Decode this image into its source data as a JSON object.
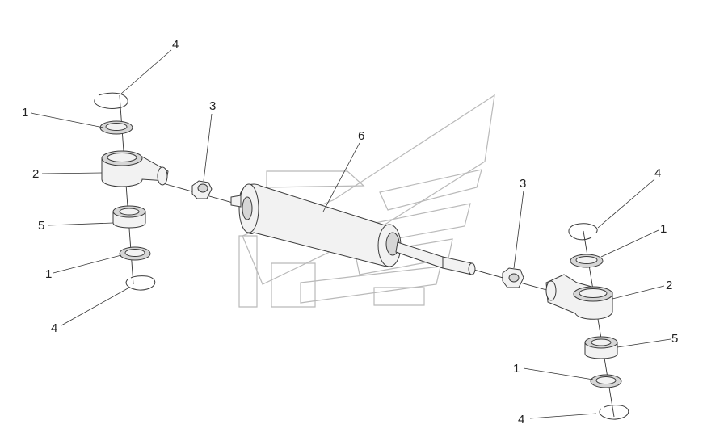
{
  "callouts": {
    "c1_top_left": "1",
    "c2_left": "2",
    "c4_top_left": "4",
    "c5_left": "5",
    "c1_bottom_left": "1",
    "c4_bottom_left": "4",
    "c3_left": "3",
    "c6_center": "6",
    "c3_right": "3",
    "c4_top_right": "4",
    "c1_top_right": "1",
    "c2_right": "2",
    "c5_right": "5",
    "c1_bottom_right": "1",
    "c4_bottom_right": "4"
  },
  "colors": {
    "line": "#333333",
    "watermark": "#b9b9b9",
    "part_fill": "#f2f2f2",
    "part_shade": "#d6d6d6"
  }
}
